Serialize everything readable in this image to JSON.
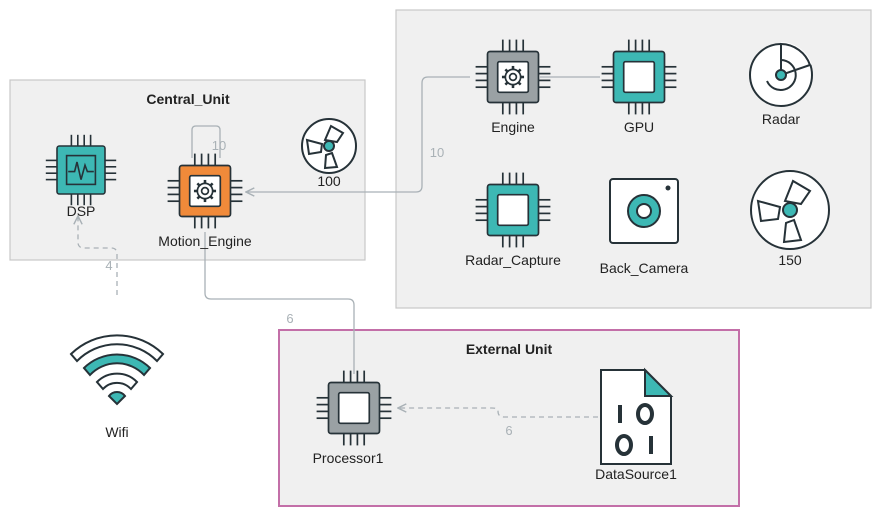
{
  "colors": {
    "teal": "#3db8b4",
    "orange": "#f08a3a",
    "gray_chip": "#9aa1a4",
    "chip_dark": "#263238",
    "group_fill": "#f0f0f0",
    "group_border": "#c8c8c8",
    "external_border": "#c36fa8",
    "edge": "#a9b1b6"
  },
  "groups": {
    "central": {
      "title": "Central_Unit"
    },
    "sensors": {
      "title": ""
    },
    "external": {
      "title": "External Unit"
    }
  },
  "nodes": {
    "dsp": {
      "label": "DSP",
      "icon": "chip-waveform-icon"
    },
    "motion_engine": {
      "label": "Motion_Engine",
      "icon": "chip-gear-icon"
    },
    "fan_100": {
      "label": "100",
      "icon": "fan-icon"
    },
    "engine": {
      "label": "Engine",
      "icon": "chip-gear-icon"
    },
    "gpu": {
      "label": "GPU",
      "icon": "chip-icon"
    },
    "radar": {
      "label": "Radar",
      "icon": "radar-icon"
    },
    "radar_capture": {
      "label": "Radar_Capture",
      "icon": "chip-icon"
    },
    "back_camera": {
      "label": "Back_Camera",
      "icon": "camera-icon"
    },
    "fan_150": {
      "label": "150",
      "icon": "fan-icon"
    },
    "wifi": {
      "label": "Wifi",
      "icon": "wifi-icon"
    },
    "processor1": {
      "label": "Processor1",
      "icon": "chip-icon"
    },
    "datasource1": {
      "label": "DataSource1",
      "icon": "binary-file-icon"
    }
  },
  "edges": {
    "motion_self": {
      "label": "10"
    },
    "engine_to_motion": {
      "label": "10"
    },
    "wifi_to_dsp": {
      "label": "4"
    },
    "motion_to_processor": {
      "label": "6"
    },
    "datasource_to_processor": {
      "label": "6"
    }
  }
}
